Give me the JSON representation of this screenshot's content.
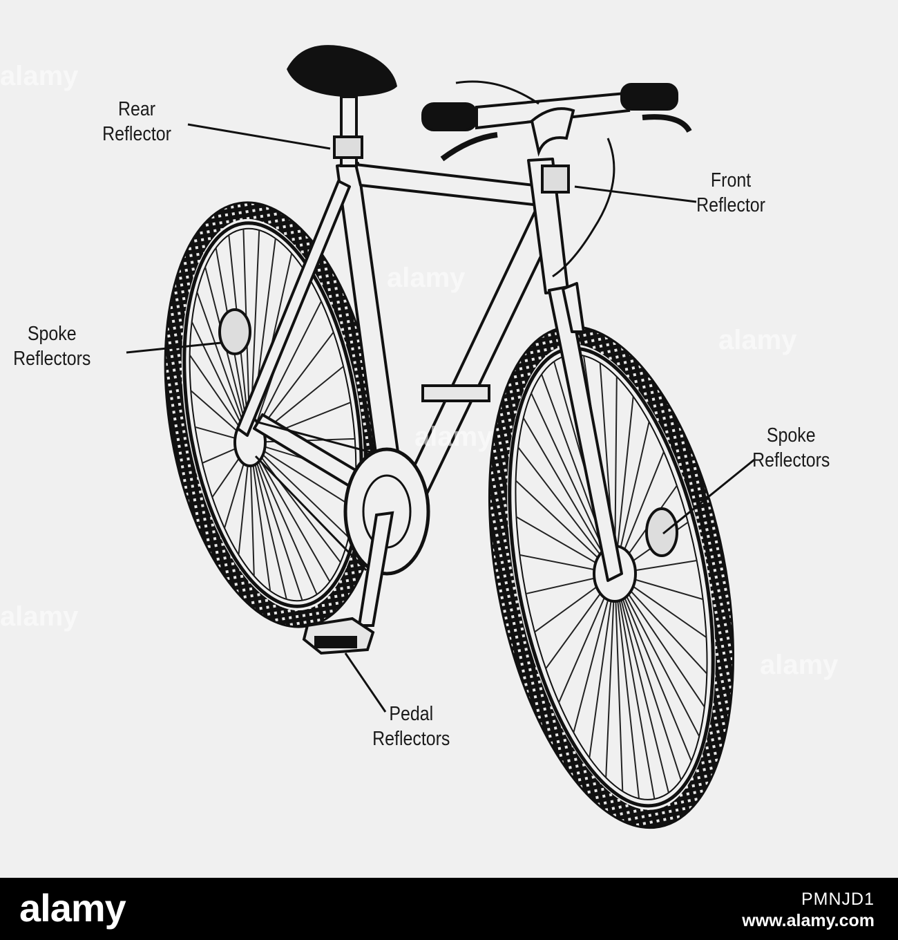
{
  "labels": {
    "rear_reflector": [
      "Rear",
      "Reflector"
    ],
    "front_reflector": [
      "Front",
      "Reflector"
    ],
    "spoke_reflectors_left": [
      "Spoke",
      "Reflectors"
    ],
    "spoke_reflectors_right": [
      "Spoke",
      "Reflectors"
    ],
    "pedal_reflectors": [
      "Pedal",
      "Reflectors"
    ]
  },
  "watermark": {
    "text": "alamy"
  },
  "footer": {
    "logo": "alamy",
    "image_id": "PMNJD1",
    "site": "www.alamy.com"
  },
  "colors": {
    "background": "#f0f0f0",
    "ink": "#111111",
    "footer_background": "#000000",
    "footer_text": "#ffffff"
  }
}
